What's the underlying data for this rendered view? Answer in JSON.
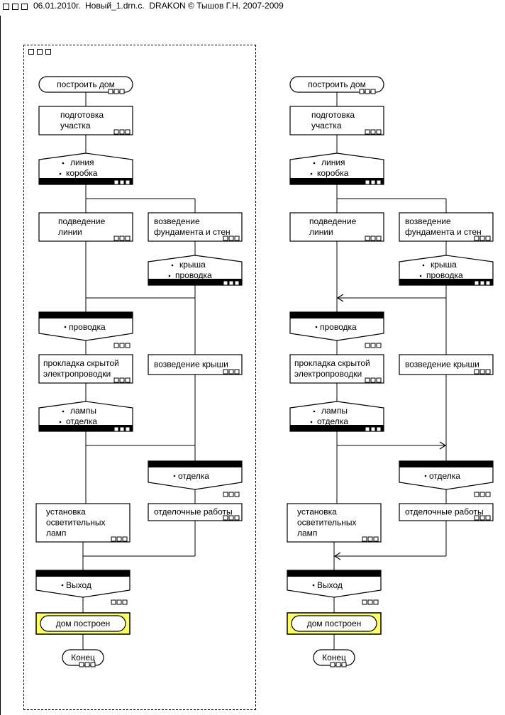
{
  "header": {
    "title": "06.01.2010г.  Новый_1.drn.c.  DRAKON © Тышов Г.Н. 2007-2009"
  },
  "diagram": {
    "start": "построить дом",
    "prep": [
      "подготовка",
      "участка"
    ],
    "fork1": [
      "линия",
      "коробка"
    ],
    "line_work": [
      "подведение",
      "линии"
    ],
    "foundation": [
      "возведение",
      "фундамента и стен"
    ],
    "fork2": [
      "крыша",
      "проводка"
    ],
    "wait_wiring": "проводка",
    "hidden_wiring": [
      "прокладка скрытой",
      "электропроводки"
    ],
    "roof": "возведение крыши",
    "fork3": [
      "лампы",
      "отделка"
    ],
    "wait_finish": "отделка",
    "finish_work": "отделочные работы",
    "lamps": [
      "установка",
      "осветительных",
      "ламп"
    ],
    "exit": "Выход",
    "done": "дом построен",
    "end": "Конец"
  },
  "colors": {
    "highlight": "#ffff66",
    "highlight_border": "#b8a800",
    "bar": "#000000"
  }
}
